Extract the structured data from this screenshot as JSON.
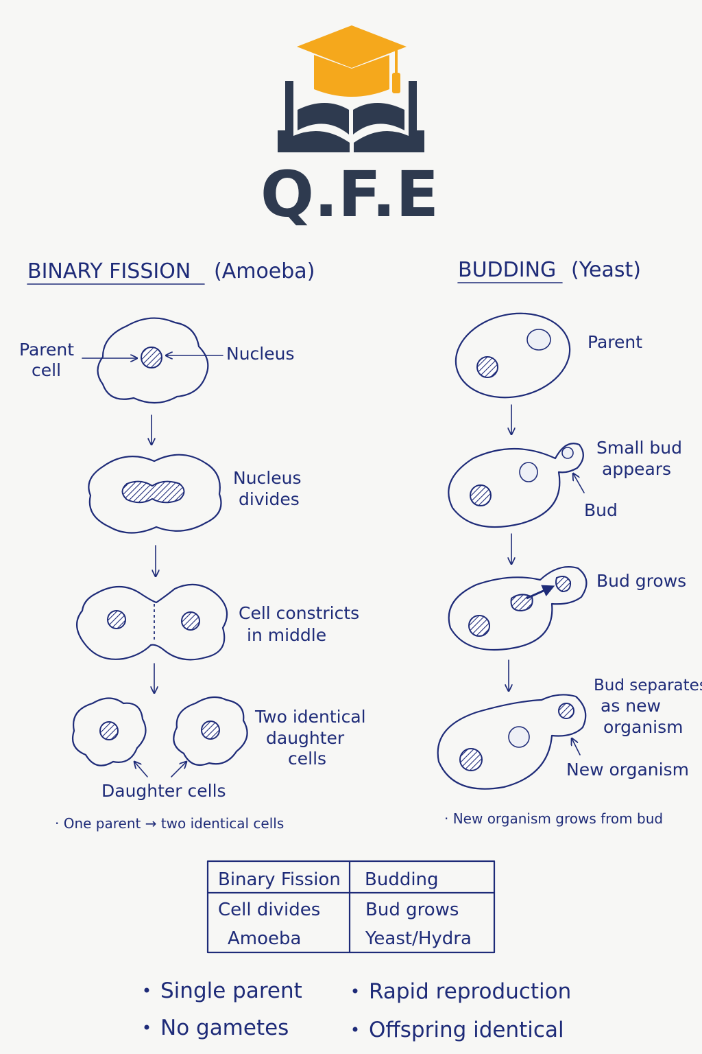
{
  "logo": {
    "text": "Q.F.E",
    "colors": {
      "cap": "#f5a81c",
      "book": "#2e3a4f"
    }
  },
  "ink_color": "#1e2b78",
  "binary_fission": {
    "heading": "BINARY FISSION",
    "subheading": "(Amoeba)",
    "labels": {
      "parent_1": "Parent",
      "parent_2": "cell",
      "nucleus": "Nucleus",
      "nucleus_divides_1": "Nucleus",
      "nucleus_divides_2": "divides",
      "constricts_1": "Cell constricts",
      "constricts_2": "in middle",
      "two_identical_1": "Two identical",
      "two_identical_2": "daughter",
      "two_identical_3": "cells",
      "daughter_cells": "Daughter cells"
    },
    "note": "· One parent → two identical cells"
  },
  "budding": {
    "heading": "BUDDING",
    "subheading": "(Yeast)",
    "labels": {
      "parent": "Parent",
      "small_bud_1": "Small bud",
      "small_bud_2": "appears",
      "bud": "Bud",
      "bud_grows": "Bud grows",
      "separates_1": "Bud separates",
      "separates_2": "as new",
      "separates_3": "organism",
      "new_organism": "New organism"
    },
    "note": "· New organism grows from bud"
  },
  "table": {
    "headers": [
      "Binary Fission",
      "Budding"
    ],
    "rows": [
      [
        "Cell divides",
        "Bud grows"
      ],
      [
        "Amoeba",
        "Yeast/Hydra"
      ]
    ]
  },
  "bullets": {
    "left": [
      "Single parent",
      "No gametes"
    ],
    "right": [
      "Rapid reproduction",
      "Offspring identical"
    ]
  }
}
